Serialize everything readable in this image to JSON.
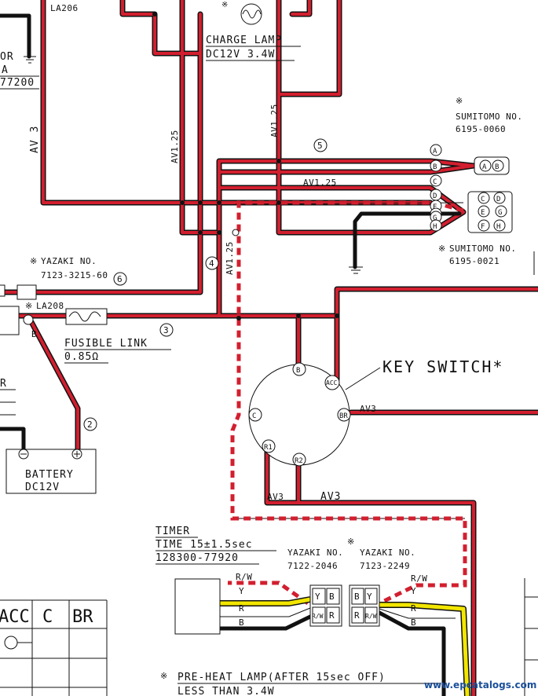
{
  "colors": {
    "wire_red": "#d21f2f",
    "wire_outline": "#111111",
    "wire_black": "#111111",
    "wire_yellow": "#f2e600",
    "watermark": "#1a4f9a"
  },
  "top": {
    "la206": "LA206",
    "clipped_or": "OR",
    "clipped_a": "A",
    "clipped_num": "77200",
    "charge_lamp_name": "CHARGE LAMP",
    "charge_lamp_rating": "DC12V 3.4W",
    "note_mark": "※"
  },
  "wire_labels": {
    "av3_left": "AV 3",
    "av125_a": "AV1.25",
    "av125_b": "AV1.25",
    "av125_c": "AV1.25",
    "av125_d": "AV1.25",
    "av3_right": "AV3",
    "av3_bottom_a": "AV3",
    "av3_bottom_b": "AV3"
  },
  "circled": {
    "c2": "2",
    "c3": "3",
    "c4": "4",
    "c5": "5",
    "c6": "6"
  },
  "connectors": {
    "sumitomo_1_title": "SUMITOMO NO.",
    "sumitomo_1_part": "6195-0060",
    "sumitomo_2_title": "SUMITOMO NO.",
    "sumitomo_2_part": "6195-0021",
    "pins": [
      "A",
      "B",
      "C",
      "D",
      "E",
      "F",
      "G",
      "H"
    ],
    "two_pin": [
      "A",
      "B"
    ],
    "six_pin": [
      "C",
      "D",
      "G",
      "E",
      "F",
      "H"
    ]
  },
  "left": {
    "yazaki_title": "YAZAKI NO.",
    "yazaki_part": "7123-3215-60",
    "la208": "LA208",
    "b": "B",
    "fusible_link_name": "FUSIBLE LINK",
    "fusible_link_rating": "0.85Ω",
    "clipped_r": "R",
    "battery_name": "BATTERY",
    "battery_rating": "DC12V"
  },
  "key_switch": {
    "title": "KEY SWITCH*",
    "b": "B",
    "acc": "ACC",
    "br": "BR",
    "c": "C",
    "r1": "R1",
    "r2": "R2"
  },
  "timer": {
    "title": "TIMER",
    "time": "TIME 15±1.5sec",
    "part": "128300-77920",
    "yazaki_1_title": "YAZAKI NO.",
    "yazaki_1_part": "7122-2046",
    "yazaki_2_title": "YAZAKI NO.",
    "yazaki_2_part": "7123-2249",
    "wire_rw_l": "R/W",
    "wire_y_l": "Y",
    "wire_r_l": "R",
    "wire_b_l": "B",
    "wire_rw_r": "R/W",
    "wire_y_r": "Y",
    "wire_r_r": "R",
    "wire_b_r": "B",
    "conn1_pins": [
      "Y",
      "B",
      "R/W",
      "R"
    ],
    "conn2_pins": [
      "B",
      "Y",
      "R",
      "R/W"
    ]
  },
  "table": {
    "headers": [
      "ACC",
      "C",
      "BR"
    ]
  },
  "bottom": {
    "preheat_line1": "PRE-HEAT LAMP(AFTER 15sec OFF)",
    "preheat_line2": "LESS THAN 3.4W",
    "watermark": "www.epcatalogs.com"
  }
}
